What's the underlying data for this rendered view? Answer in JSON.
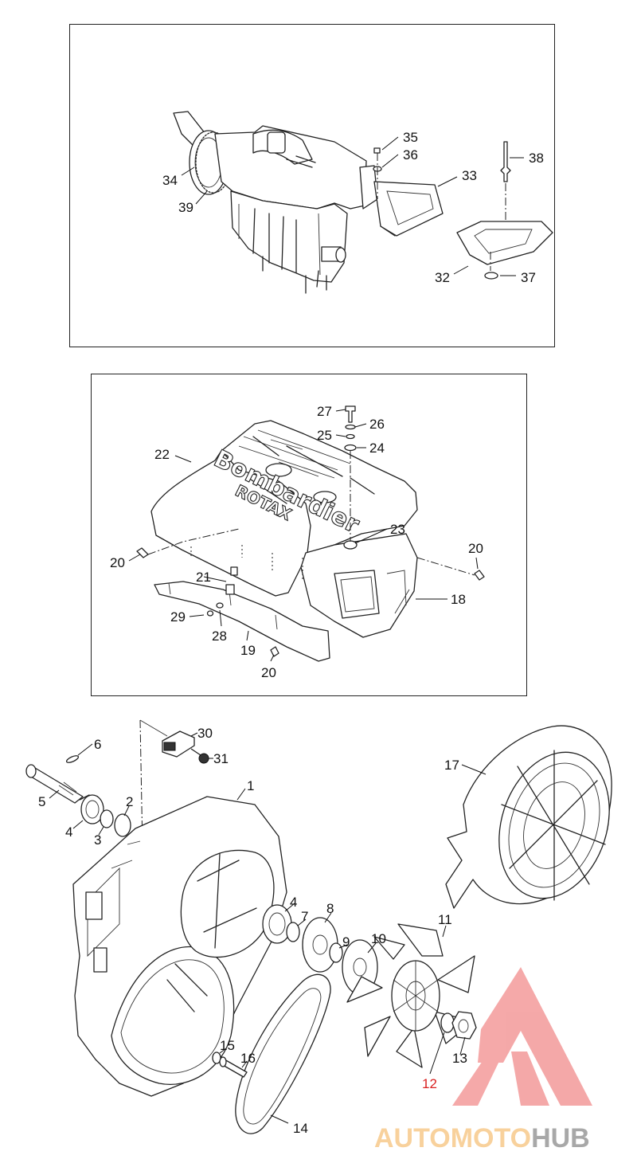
{
  "callouts": {
    "top": [
      {
        "n": "34"
      },
      {
        "n": "39"
      },
      {
        "n": "35"
      },
      {
        "n": "36"
      },
      {
        "n": "38"
      },
      {
        "n": "33"
      },
      {
        "n": "32"
      },
      {
        "n": "37"
      }
    ],
    "middle": [
      {
        "n": "27"
      },
      {
        "n": "26"
      },
      {
        "n": "25"
      },
      {
        "n": "24"
      },
      {
        "n": "22"
      },
      {
        "n": "23"
      },
      {
        "n": "20"
      },
      {
        "n": "20"
      },
      {
        "n": "21"
      },
      {
        "n": "18"
      },
      {
        "n": "29"
      },
      {
        "n": "28"
      },
      {
        "n": "19"
      },
      {
        "n": "20"
      }
    ],
    "bottom": [
      {
        "n": "30"
      },
      {
        "n": "6"
      },
      {
        "n": "31"
      },
      {
        "n": "17"
      },
      {
        "n": "1"
      },
      {
        "n": "5"
      },
      {
        "n": "2"
      },
      {
        "n": "4"
      },
      {
        "n": "3"
      },
      {
        "n": "4"
      },
      {
        "n": "8"
      },
      {
        "n": "7"
      },
      {
        "n": "11"
      },
      {
        "n": "9"
      },
      {
        "n": "10"
      },
      {
        "n": "15"
      },
      {
        "n": "16"
      },
      {
        "n": "13"
      },
      {
        "n": "12"
      },
      {
        "n": "14"
      }
    ]
  },
  "cover_emboss": {
    "line1": "Bombardier",
    "line2": "ROTAX"
  },
  "watermark": {
    "text_part1": "AUTOMOTO",
    "text_part2": "HUB",
    "color_primary": "#f39a9a",
    "color_secondary": "#f7c98b",
    "color_tertiary": "#9a9a9a"
  },
  "colors": {
    "line": "#222222",
    "highlight_callout": "#d92020"
  }
}
